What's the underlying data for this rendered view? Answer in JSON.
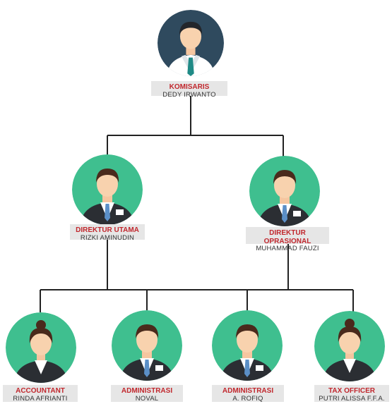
{
  "colors": {
    "role_text": "#c1272d",
    "name_text": "#333333",
    "label_bg": "#e6e6e6",
    "line": "#222222",
    "avatar_bg_top": "#2f4a5e",
    "avatar_bg": "#3fbf8f"
  },
  "nodes": {
    "komisaris": {
      "role": "KOMISARIS",
      "name": "DEDY IRWANTO",
      "icon": "male-executive-icon"
    },
    "direktur_utama": {
      "role": "DIREKTUR UTAMA",
      "name": "RIZKI AMINUDIN",
      "icon": "male-employee-icon"
    },
    "direktur_oprasional": {
      "role": "DIREKTUR OPRASIONAL",
      "name": "MUHAMMAD FAUZI",
      "icon": "male-employee-icon"
    },
    "accountant": {
      "role": "ACCOUNTANT",
      "name": "RINDA AFRIANTI",
      "icon": "female-employee-icon"
    },
    "administrasi_1": {
      "role": "ADMINISTRASI",
      "name": "NOVAL",
      "icon": "male-employee-icon"
    },
    "administrasi_2": {
      "role": "ADMINISTRASI",
      "name": "A. ROFIQ",
      "icon": "male-employee-icon"
    },
    "tax_officer": {
      "role": "TAX OFFICER",
      "name": "PUTRI ALISSA F.F.A.",
      "icon": "female-employee-icon"
    }
  }
}
